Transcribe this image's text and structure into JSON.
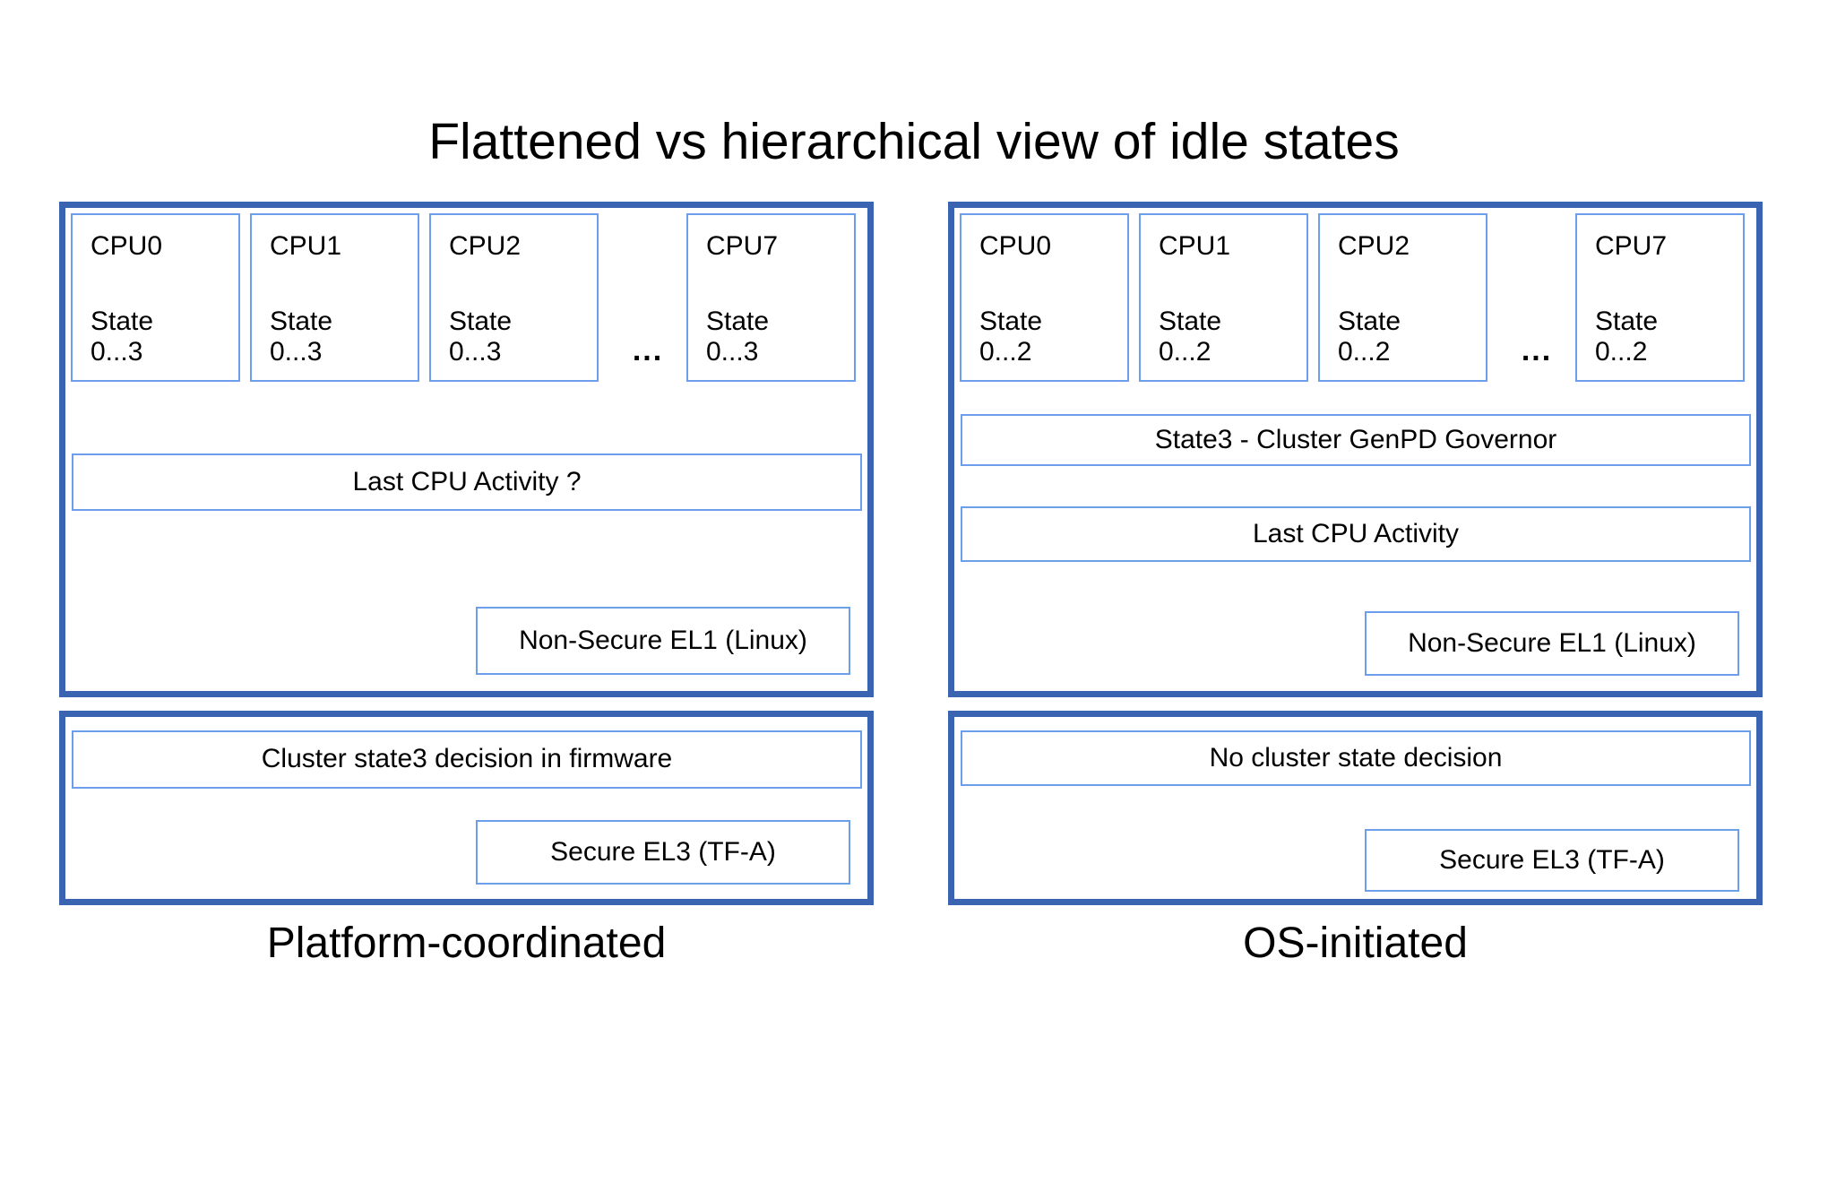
{
  "title": "Flattened vs hierarchical view of idle states",
  "ellipsis": "...",
  "colors": {
    "panel_border": "#3A64B2",
    "box_border": "#6D9EEB",
    "background": "#FFFFFF",
    "text": "#000000"
  },
  "left": {
    "caption": "Platform-coordinated",
    "cpus": [
      {
        "name": "CPU0",
        "state_label": "State",
        "state_range": "0...3"
      },
      {
        "name": "CPU1",
        "state_label": "State",
        "state_range": "0...3"
      },
      {
        "name": "CPU2",
        "state_label": "State",
        "state_range": "0...3"
      },
      {
        "name": "CPU7",
        "state_label": "State",
        "state_range": "0...3"
      }
    ],
    "last_activity": "Last CPU Activity ?",
    "nonsecure": "Non-Secure EL1 (Linux)",
    "cluster_decision": "Cluster state3 decision in firmware",
    "secure": "Secure EL3 (TF-A)"
  },
  "right": {
    "caption": "OS-initiated",
    "cpus": [
      {
        "name": "CPU0",
        "state_label": "State",
        "state_range": "0...2"
      },
      {
        "name": "CPU1",
        "state_label": "State",
        "state_range": "0...2"
      },
      {
        "name": "CPU2",
        "state_label": "State",
        "state_range": "0...2"
      },
      {
        "name": "CPU7",
        "state_label": "State",
        "state_range": "0...2"
      }
    ],
    "genpd_governor": "State3 - Cluster GenPD Governor",
    "last_activity": "Last CPU Activity",
    "nonsecure": "Non-Secure EL1 (Linux)",
    "cluster_decision": "No cluster state decision",
    "secure": "Secure EL3 (TF-A)"
  }
}
